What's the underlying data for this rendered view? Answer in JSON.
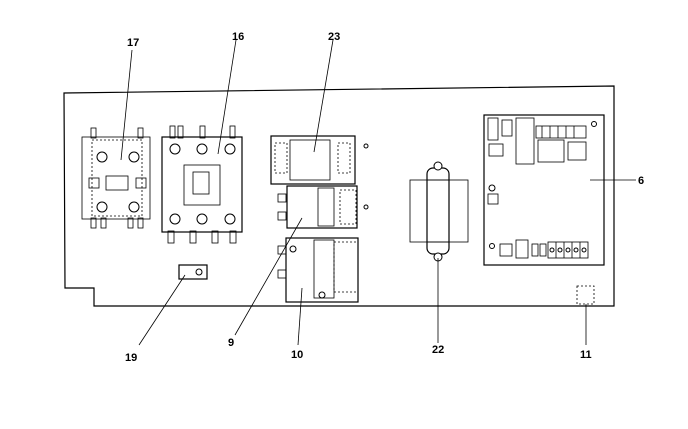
{
  "callouts": {
    "c17": "17",
    "c16": "16",
    "c23": "23",
    "c6": "6",
    "c19": "19",
    "c9": "9",
    "c10": "10",
    "c22": "22",
    "c11": "11"
  }
}
